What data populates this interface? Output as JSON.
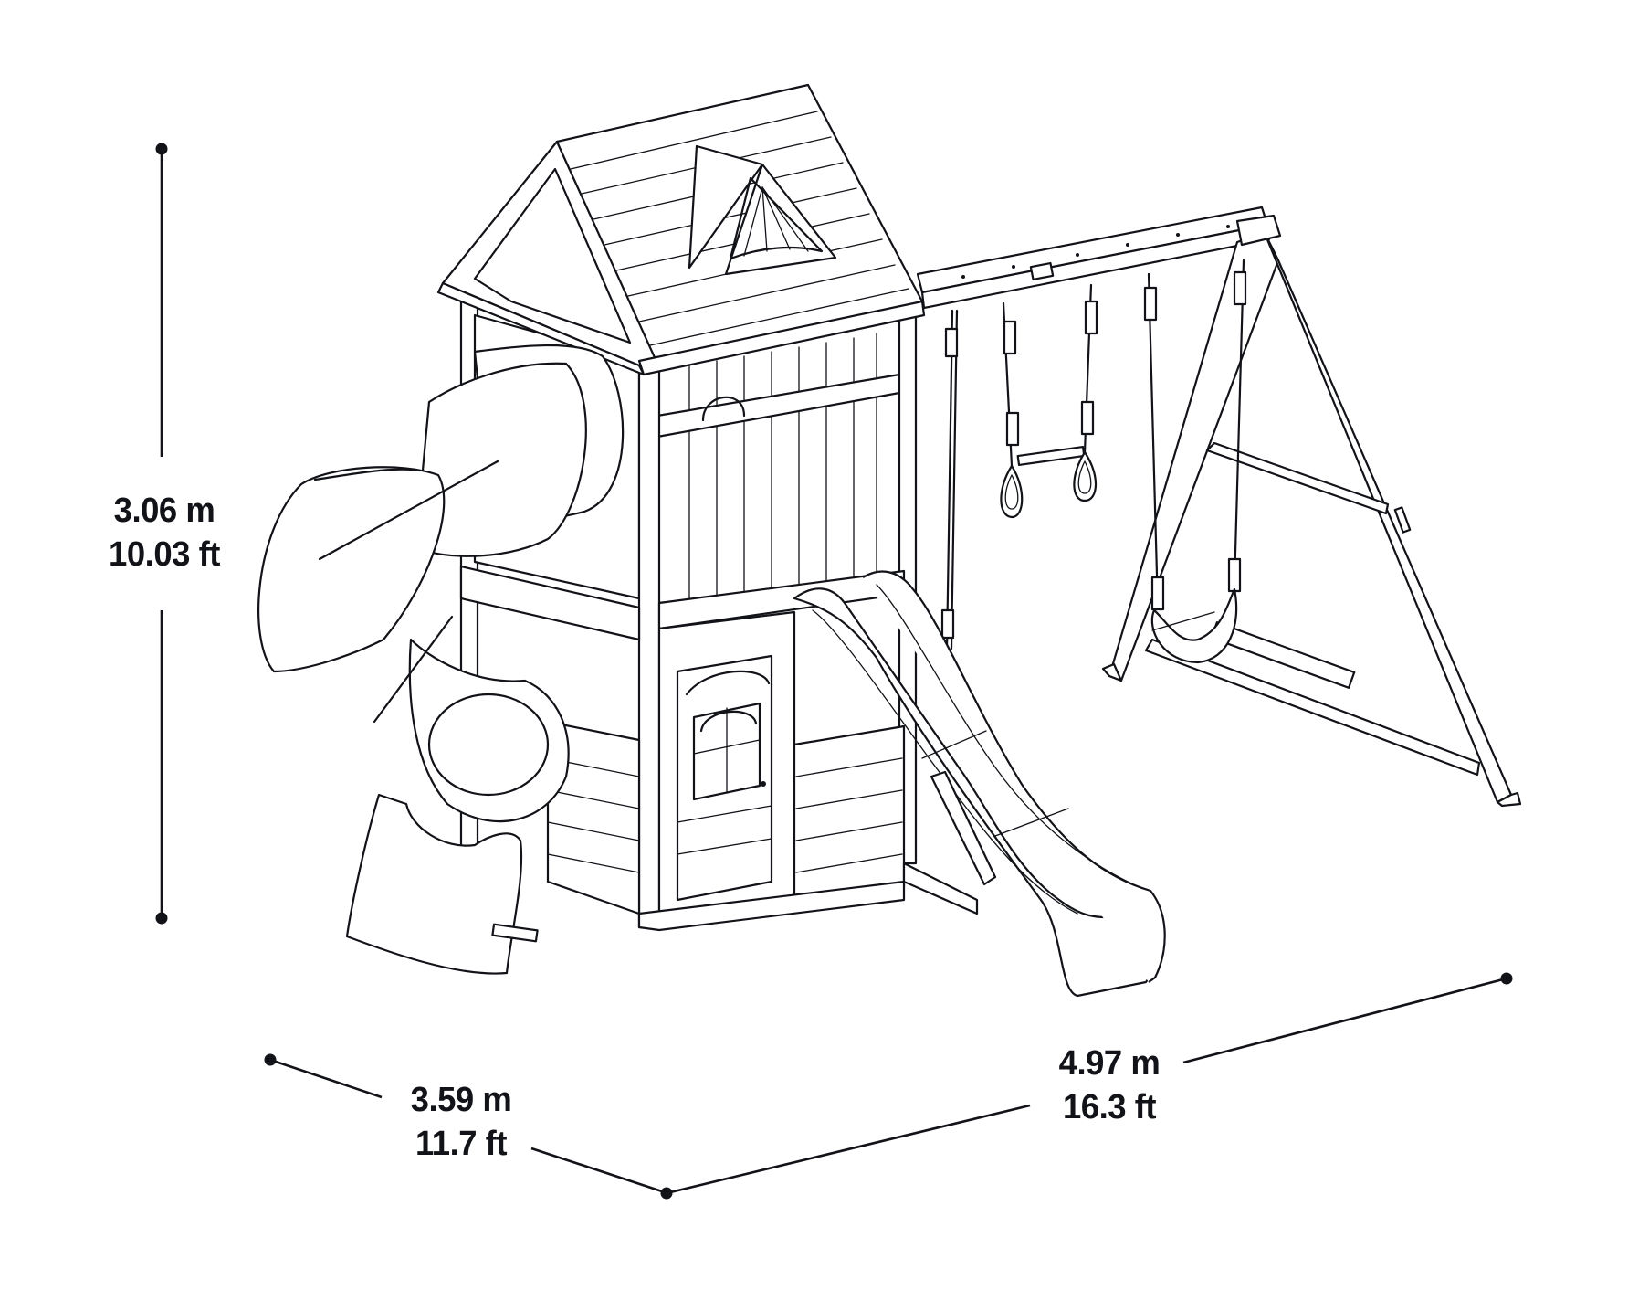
{
  "diagram": {
    "type": "product-dimension-drawing",
    "subject": "wooden playset with tube slide, wave slide, clubhouse, trapeze bar and belt swing",
    "line_color": "#111318",
    "background": "#ffffff"
  },
  "dimensions": {
    "height": {
      "metric": "3.06 m",
      "imperial": "10.03 ft"
    },
    "depth": {
      "metric": "3.59 m",
      "imperial": "11.7 ft"
    },
    "width": {
      "metric": "4.97 m",
      "imperial": "16.3 ft"
    }
  },
  "components": [
    {
      "id": "roof",
      "label": "hip roof with gable vent"
    },
    {
      "id": "tower",
      "label": "upper deck with slatted walls"
    },
    {
      "id": "tube-slide",
      "label": "spiral tube slide"
    },
    {
      "id": "clubhouse",
      "label": "lower clubhouse with door and window"
    },
    {
      "id": "wave-slide",
      "label": "wave slide"
    },
    {
      "id": "swing-beam",
      "label": "swing beam"
    },
    {
      "id": "trapeze",
      "label": "trapeze bar with rings"
    },
    {
      "id": "belt-swing",
      "label": "belt swing"
    },
    {
      "id": "a-frame",
      "label": "A-frame leg"
    }
  ]
}
